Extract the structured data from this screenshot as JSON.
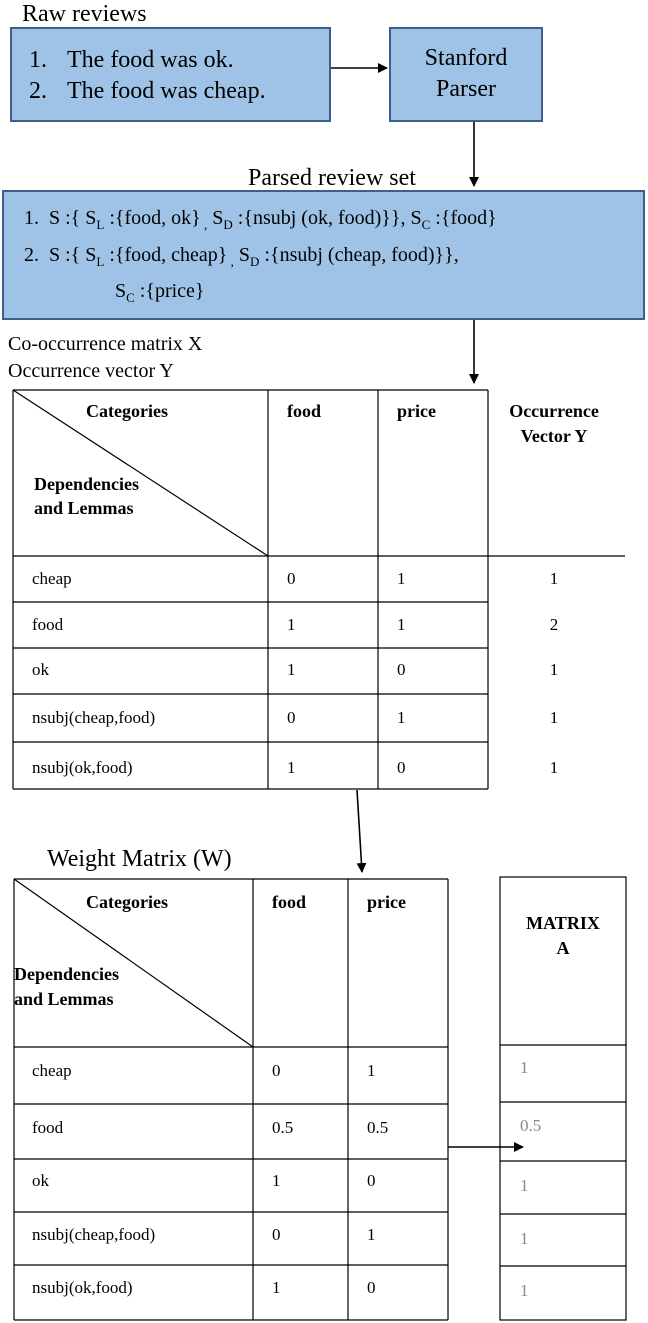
{
  "raw_reviews": {
    "title": "Raw reviews",
    "items": [
      "The food was ok.",
      "The food was cheap."
    ],
    "numbers": [
      "1.",
      "2."
    ]
  },
  "parser": {
    "line1": "Stanford",
    "line2": "Parser"
  },
  "parsed": {
    "title": "Parsed review set",
    "r1": {
      "num": "1.",
      "pre": "S :{ S",
      "sl_sub": "L",
      "sl_val": " :{food, ok}",
      "comma": " ,",
      "sd": " S",
      "sd_sub": "D",
      "sd_val": " :{nsubj (ok, food)}}, S",
      "sc_sub": "C",
      "sc_val": " :{food}"
    },
    "r2": {
      "num": "2.",
      "pre": "S :{ S",
      "sl_sub": "L",
      "sl_val": " :{food, cheap}",
      "comma": " ,",
      "sd": " S",
      "sd_sub": "D",
      "sd_val": " :{nsubj (cheap, food)}},",
      "sc_pre": "S",
      "sc_sub": "C",
      "sc_val": " :{price}"
    }
  },
  "cooc": {
    "caption1": "Co-occurrence matrix X",
    "caption2": "Occurrence vector Y",
    "hdr_categories": "Categories",
    "hdr_dep1": "Dependencies",
    "hdr_dep2": "and Lemmas",
    "hdr_food": "food",
    "hdr_price": "price",
    "hdr_occ1": "Occurrence",
    "hdr_occ2": "Vector Y",
    "rows": [
      {
        "label": "cheap",
        "food": "0",
        "price": "1",
        "occ": "1"
      },
      {
        "label": "food",
        "food": "1",
        "price": "1",
        "occ": "2"
      },
      {
        "label": "ok",
        "food": "1",
        "price": "0",
        "occ": "1"
      },
      {
        "label": "nsubj(cheap,food)",
        "food": "0",
        "price": "1",
        "occ": "1"
      },
      {
        "label": "nsubj(ok,food)",
        "food": "1",
        "price": "0",
        "occ": "1"
      }
    ]
  },
  "weight": {
    "title": "Weight Matrix (W)",
    "hdr_categories": "Categories",
    "hdr_dep1": "Dependencies",
    "hdr_dep2": "and Lemmas",
    "hdr_food": "food",
    "hdr_price": "price",
    "rows": [
      {
        "label": "cheap",
        "food": "0",
        "price": "1"
      },
      {
        "label": "food",
        "food": "0.5",
        "price": "0.5"
      },
      {
        "label": "ok",
        "food": "1",
        "price": "0"
      },
      {
        "label": "nsubj(cheap,food)",
        "food": "0",
        "price": "1"
      },
      {
        "label": "nsubj(ok,food)",
        "food": "1",
        "price": "0"
      }
    ]
  },
  "matrix_a": {
    "hdr1": "MATRIX",
    "hdr2": "A",
    "values": [
      "1",
      "0.5",
      "1",
      "1",
      "1"
    ]
  },
  "colors": {
    "box_fill": "#9fc3e6",
    "box_border": "#3f5f8a",
    "value_gray": "#888888"
  }
}
